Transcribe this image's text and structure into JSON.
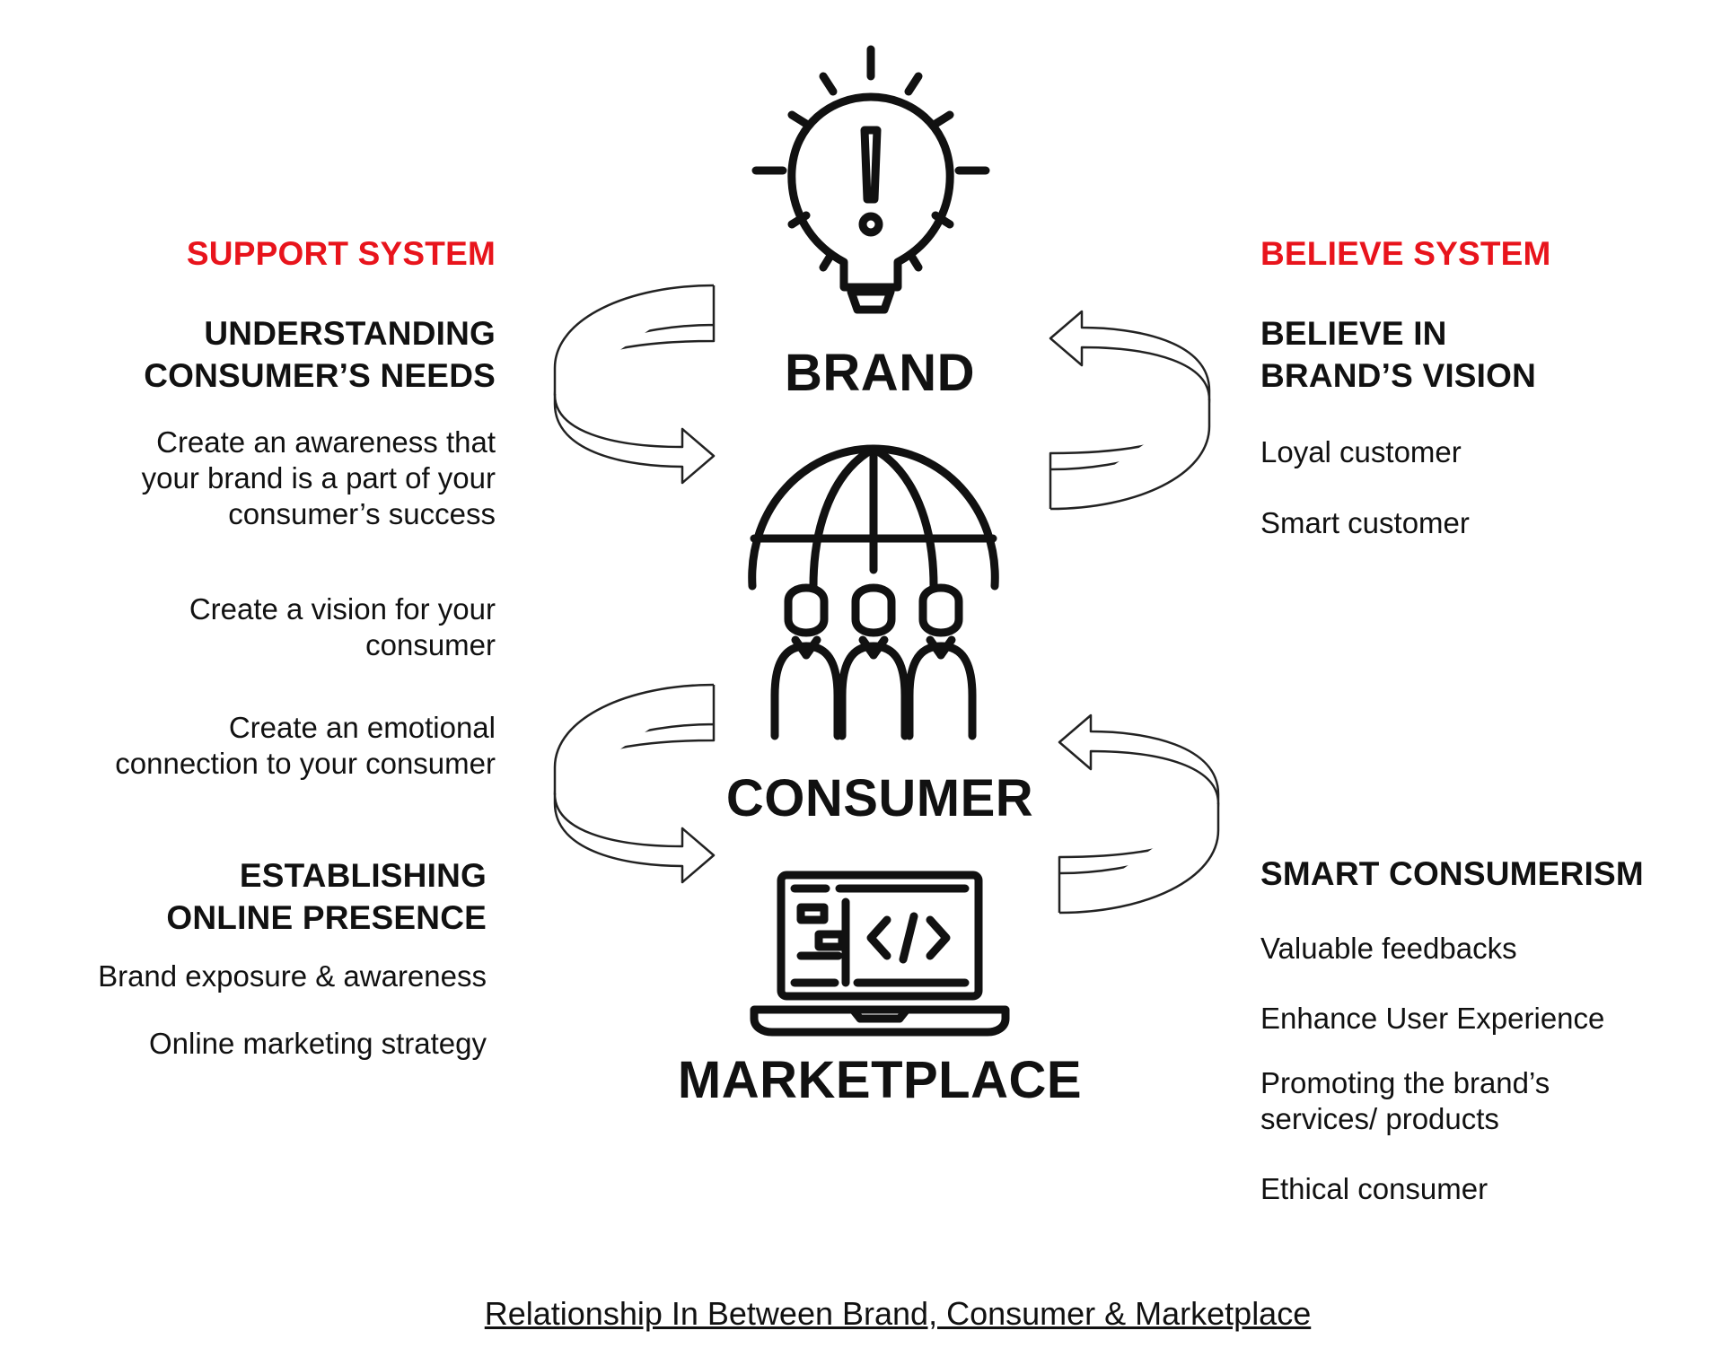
{
  "center": {
    "brand": "BRAND",
    "consumer": "CONSUMER",
    "marketplace": "MARKETPLACE"
  },
  "left": {
    "system_title": "SUPPORT SYSTEM",
    "section1": {
      "heading_line1": "UNDERSTANDING",
      "heading_line2": "CONSUMER’S NEEDS",
      "items": [
        {
          "line1": "Create an awareness that",
          "line2": "your brand is a part of your",
          "line3": "consumer’s success"
        },
        {
          "line1": "Create a vision for your",
          "line2": "consumer"
        },
        {
          "line1": "Create an emotional",
          "line2": "connection to your consumer"
        }
      ]
    },
    "section2": {
      "heading_line1": "ESTABLISHING",
      "heading_line2": "ONLINE PRESENCE",
      "items": [
        "Brand exposure & awareness",
        "Online marketing strategy"
      ]
    }
  },
  "right": {
    "system_title": "BELIEVE SYSTEM",
    "section1": {
      "heading_line1": "BELIEVE IN",
      "heading_line2": "BRAND’S VISION",
      "items": [
        "Loyal customer",
        "Smart customer"
      ]
    },
    "section2": {
      "heading": "SMART CONSUMERISM",
      "items": [
        "Valuable feedbacks",
        "Enhance User Experience"
      ],
      "promo_line1": "Promoting the brand’s",
      "promo_line2": "services/ products",
      "last_item": "Ethical consumer"
    }
  },
  "caption": "Relationship In Between Brand, Consumer & Marketplace",
  "colors": {
    "accent": "#e8141c",
    "text": "#111111",
    "arrow_stroke": "#222222"
  },
  "icons": [
    "lightbulb-icon",
    "globe-people-icon",
    "laptop-code-icon",
    "curved-arrow-icon"
  ]
}
